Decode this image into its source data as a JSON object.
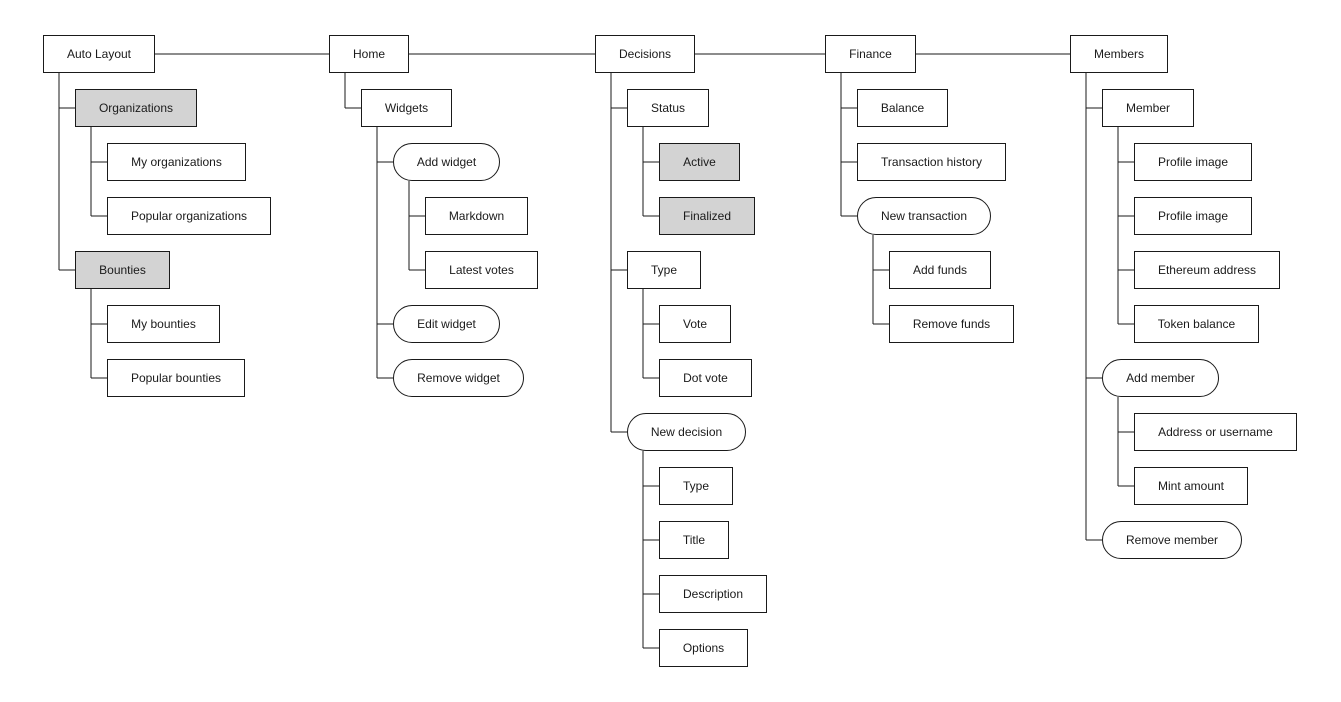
{
  "colors": {
    "line": "#1a1a1a",
    "box": "#ffffff",
    "highlight": "#d3d3d3"
  },
  "sitemap": {
    "columns": [
      {
        "label": "Auto Layout",
        "shape": "rect",
        "children": [
          {
            "label": "Organizations",
            "shape": "rect",
            "highlight": true,
            "children": [
              {
                "label": "My organizations",
                "shape": "rect"
              },
              {
                "label": "Popular organizations",
                "shape": "rect"
              }
            ]
          },
          {
            "label": "Bounties",
            "shape": "rect",
            "highlight": true,
            "children": [
              {
                "label": "My bounties",
                "shape": "rect"
              },
              {
                "label": "Popular bounties",
                "shape": "rect"
              }
            ]
          }
        ]
      },
      {
        "label": "Home",
        "shape": "rect",
        "children": [
          {
            "label": "Widgets",
            "shape": "rect",
            "children": [
              {
                "label": "Add widget",
                "shape": "pill",
                "children": [
                  {
                    "label": "Markdown",
                    "shape": "rect"
                  },
                  {
                    "label": "Latest votes",
                    "shape": "rect"
                  }
                ]
              },
              {
                "label": "Edit widget",
                "shape": "pill"
              },
              {
                "label": "Remove widget",
                "shape": "pill"
              }
            ]
          }
        ]
      },
      {
        "label": "Decisions",
        "shape": "rect",
        "children": [
          {
            "label": "Status",
            "shape": "rect",
            "children": [
              {
                "label": "Active",
                "shape": "rect",
                "highlight": true
              },
              {
                "label": "Finalized",
                "shape": "rect",
                "highlight": true
              }
            ]
          },
          {
            "label": "Type",
            "shape": "rect",
            "children": [
              {
                "label": "Vote",
                "shape": "rect"
              },
              {
                "label": "Dot vote",
                "shape": "rect"
              }
            ]
          },
          {
            "label": "New decision",
            "shape": "pill",
            "children": [
              {
                "label": "Type",
                "shape": "rect"
              },
              {
                "label": "Title",
                "shape": "rect"
              },
              {
                "label": "Description",
                "shape": "rect"
              },
              {
                "label": "Options",
                "shape": "rect"
              }
            ]
          }
        ]
      },
      {
        "label": "Finance",
        "shape": "rect",
        "children": [
          {
            "label": "Balance",
            "shape": "rect"
          },
          {
            "label": "Transaction history",
            "shape": "rect"
          },
          {
            "label": "New transaction",
            "shape": "pill",
            "children": [
              {
                "label": "Add funds",
                "shape": "rect"
              },
              {
                "label": "Remove funds",
                "shape": "rect"
              }
            ]
          }
        ]
      },
      {
        "label": "Members",
        "shape": "rect",
        "children": [
          {
            "label": "Member",
            "shape": "rect",
            "children": [
              {
                "label": "Profile image",
                "shape": "rect"
              },
              {
                "label": "Profile image",
                "shape": "rect"
              },
              {
                "label": "Ethereum address",
                "shape": "rect"
              },
              {
                "label": "Token balance",
                "shape": "rect"
              }
            ]
          },
          {
            "label": "Add member",
            "shape": "pill",
            "children": [
              {
                "label": "Address or username",
                "shape": "rect"
              },
              {
                "label": "Mint amount",
                "shape": "rect"
              }
            ]
          },
          {
            "label": "Remove member",
            "shape": "pill"
          }
        ]
      }
    ]
  }
}
